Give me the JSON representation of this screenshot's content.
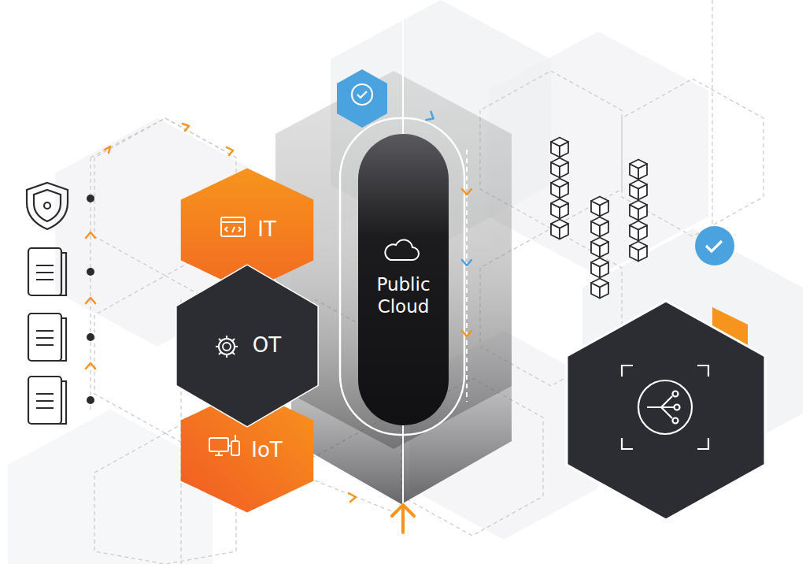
{
  "diagram": {
    "nodes": [
      {
        "text": [
          "IT"
        ]
      },
      {
        "text": [
          "OT"
        ]
      },
      {
        "text": [
          "IoT"
        ]
      },
      {
        "text": [
          "Public Cloud"
        ]
      }
    ]
  }
}
